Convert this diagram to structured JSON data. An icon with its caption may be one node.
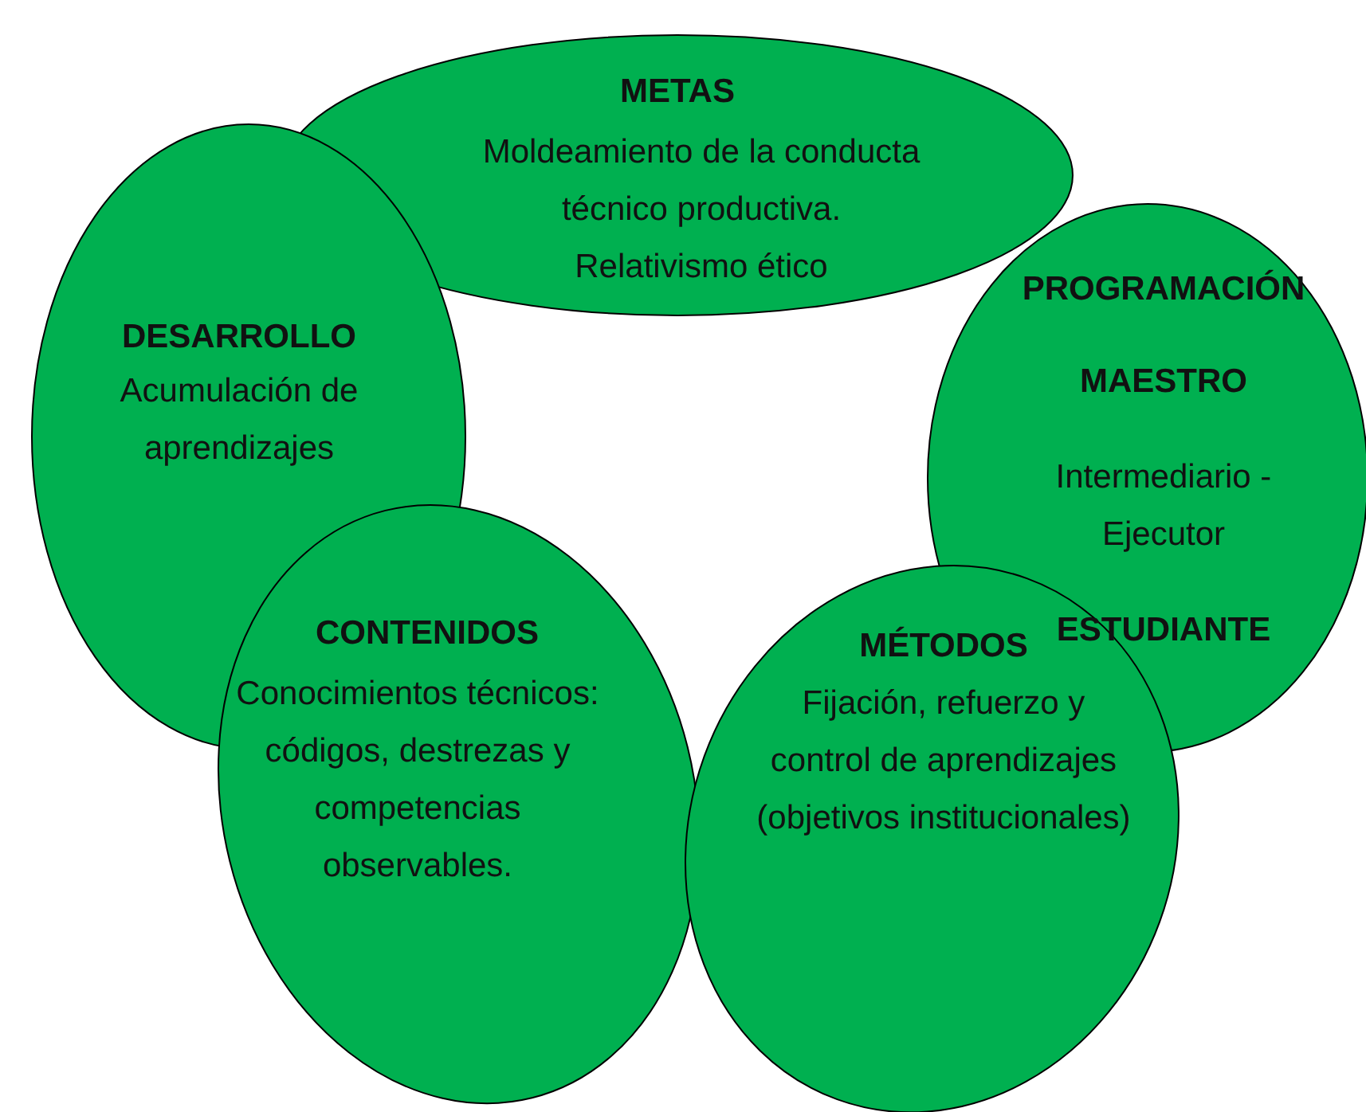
{
  "diagram": {
    "nodes": [
      {
        "text": [
          "METAS",
          "Moldeamiento de la conducta técnico productiva.",
          "Relativismo ético"
        ]
      },
      {
        "text": [
          "DESARROLLO",
          "Acumulación de aprendizajes"
        ]
      },
      {
        "text": [
          "PROGRAMACIÓN",
          "MAESTRO",
          "Intermediario - Ejecutor",
          "ESTUDIANTE"
        ]
      },
      {
        "text": [
          "CONTENIDOS",
          "Conocimientos técnicos: códigos, destrezas y competencias observables."
        ]
      },
      {
        "text": [
          "MÉTODOS",
          "Fijación, refuerzo y control de aprendizajes (objetivos institucionales)"
        ]
      }
    ]
  }
}
